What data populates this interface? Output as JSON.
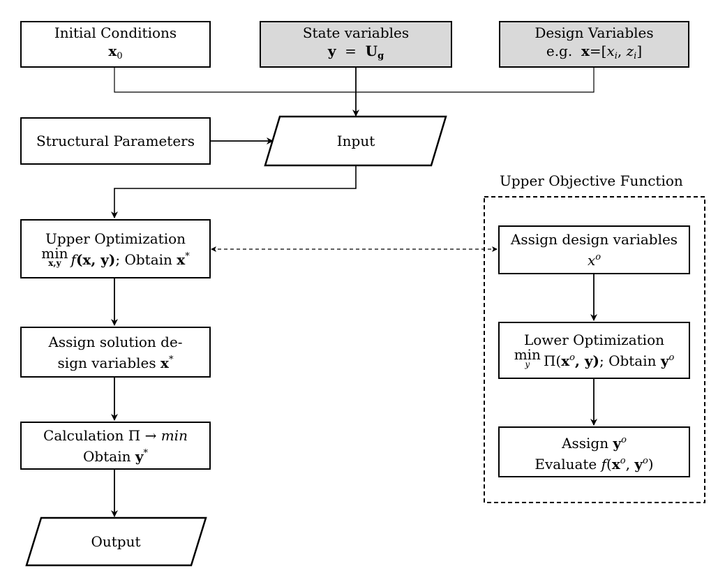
{
  "boxes": {
    "initial": {
      "line1": "Initial Conditions",
      "math": "x",
      "sub": "0"
    },
    "state": {
      "line1": "State variables",
      "lhs": "y",
      "eq": "=",
      "rhs": "U",
      "rhs_sub": "g"
    },
    "design": {
      "line1": "Design Variables",
      "prefix": "e.g.",
      "x": "x",
      "eq": "=[",
      "xi": "x",
      "i1": "i",
      "comma": ", ",
      "zi": "z",
      "i2": "i",
      "close": "]"
    },
    "structural": {
      "label": "Structural Parameters"
    },
    "input": {
      "label": "Input"
    },
    "upper_opt": {
      "line1": "Upper Optimization",
      "min": "min",
      "min_sub": "x,y",
      "f": "f",
      "args": "(x, y)",
      "rest": "; Obtain ",
      "x": "x",
      "star": "*"
    },
    "assign_solution": {
      "line1": "Assign solution de-",
      "line2": "sign variables ",
      "x": "x",
      "star": "*"
    },
    "calculation": {
      "line1a": "Calculation Π → ",
      "line1b": "min",
      "line2": "Obtain ",
      "y": "y",
      "star": "*"
    },
    "output": {
      "label": "Output"
    },
    "assign_design": {
      "line1": "Assign design variables",
      "x": "x",
      "sup": "o"
    },
    "lower_opt": {
      "line1": "Lower Optimization",
      "min": "min",
      "min_sub": "y",
      "pi": "Π(",
      "x": "x",
      "sup": "o",
      "y_args": ", y)",
      "rest": "; Obtain ",
      "y": "y",
      "sup2": "o"
    },
    "assign_y": {
      "line1a": "Assign ",
      "y": "y",
      "sup": "o",
      "line2a": "Evaluate ",
      "f": "f",
      "args_a": "(",
      "x": "x",
      "sup1": "o",
      "comma": ", ",
      "y2": "y",
      "sup2": "o",
      "close": ")"
    }
  },
  "group": {
    "title": "Upper Objective Function"
  }
}
